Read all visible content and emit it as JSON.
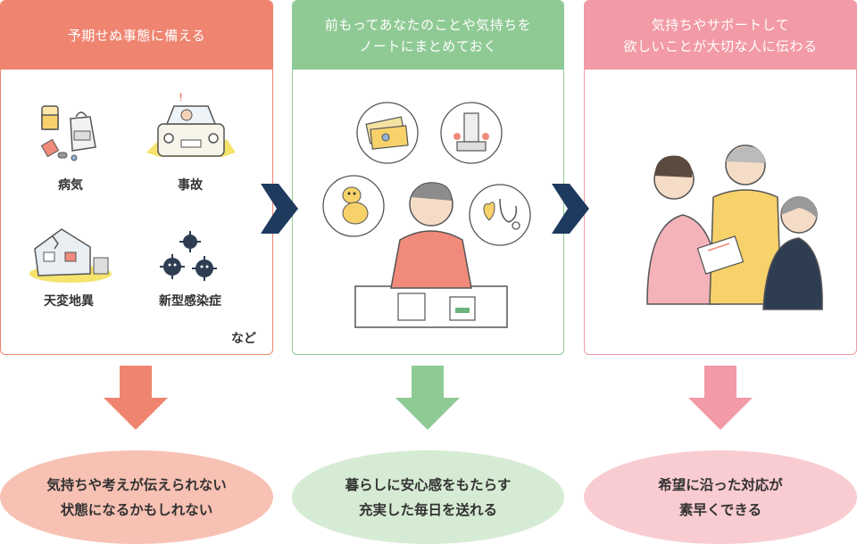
{
  "panels": [
    {
      "header": [
        "予期せぬ事態に備える"
      ],
      "items": [
        "病気",
        "事故",
        "天変地異",
        "新型感染症"
      ],
      "note": "など",
      "result": [
        "気持ちや考えが伝えられない",
        "状態になるかもしれない"
      ],
      "color": "#ef8571"
    },
    {
      "header": [
        "前もってあなたのことや気持ちを",
        "ノートにまとめておく"
      ],
      "result": [
        "暮らしに安心感をもたらす",
        "充実した毎日を送れる"
      ],
      "color": "#8fca94"
    },
    {
      "header": [
        "気持ちやサポートして",
        "欲しいことが大切な人に伝わる"
      ],
      "result": [
        "希望に沿った対応が",
        "素早くできる"
      ],
      "color": "#f29aa5"
    }
  ],
  "icons": {
    "flow_arrow": "chevron-right-arrow-icon",
    "down_arrow": "down-arrow-icon",
    "illness": "medicine-icon",
    "accident": "car-crash-icon",
    "disaster": "damaged-house-icon",
    "virus": "virus-icon",
    "money": "money-icon",
    "grave": "grave-icon",
    "pet": "dog-icon",
    "health": "stethoscope-icon",
    "thinking_man": "thinking-man-icon",
    "family": "family-conversation-icon"
  },
  "colors": {
    "arrow_navy": "#1f3a5f",
    "bubble_1": "#f7c1b3",
    "bubble_2": "#d6ebd3",
    "bubble_3": "#f9ccd1"
  }
}
